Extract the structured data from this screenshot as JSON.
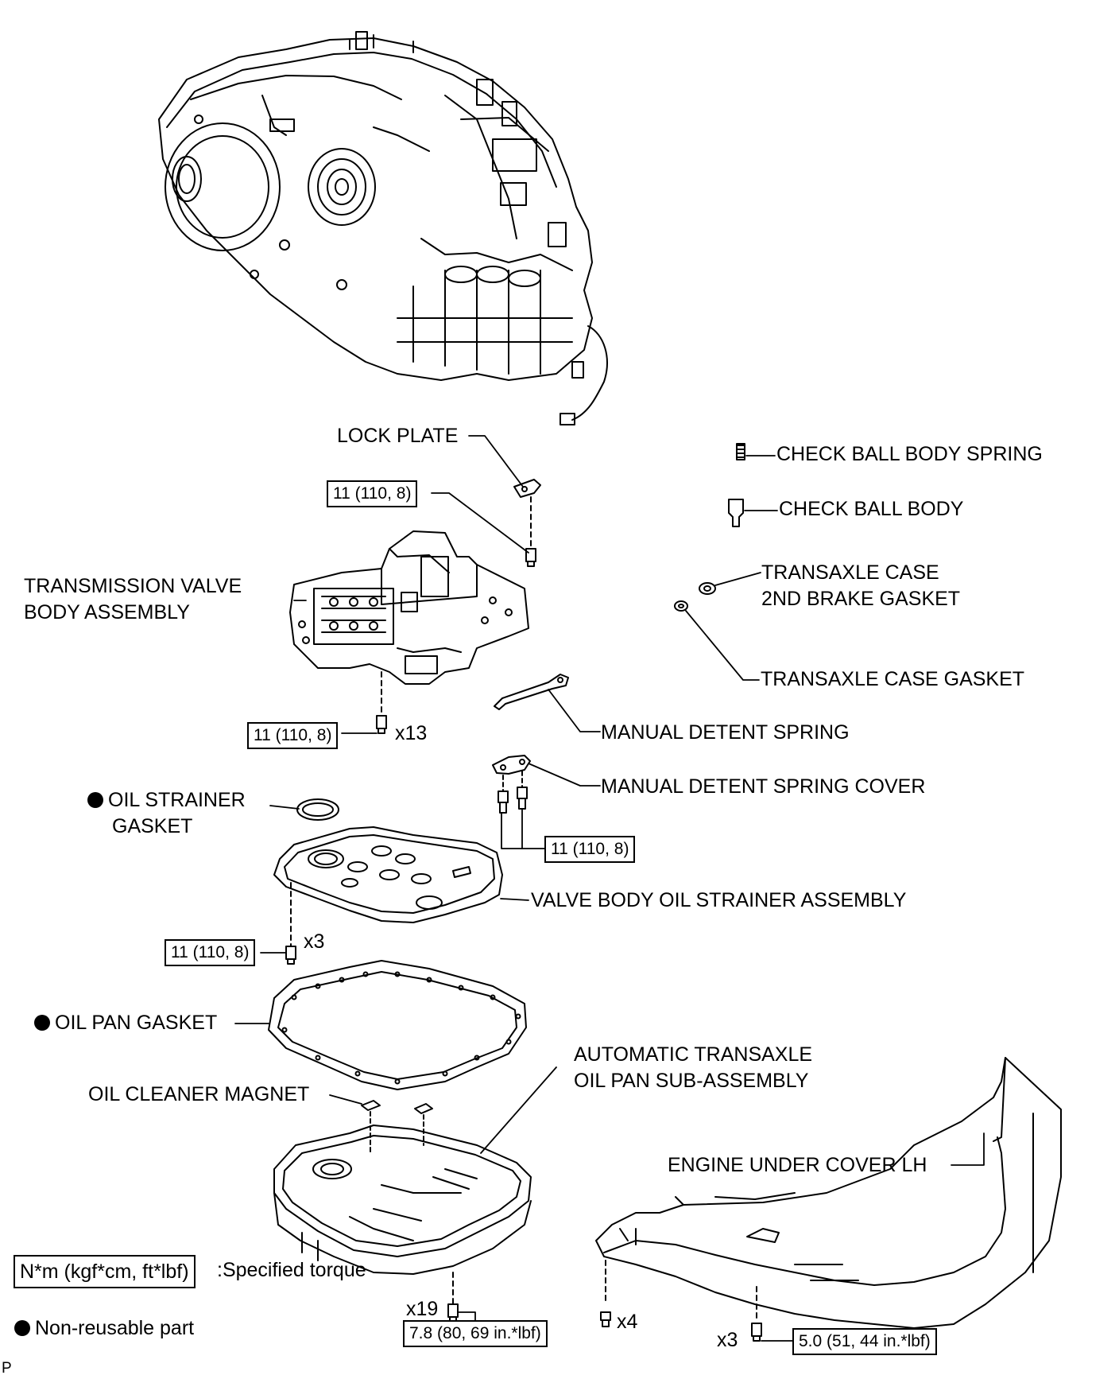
{
  "parts": {
    "lock_plate": "LOCK PLATE",
    "check_ball_body_spring": "CHECK BALL BODY SPRING",
    "check_ball_body": "CHECK BALL BODY",
    "transaxle_case_2nd_brake_gasket": [
      "TRANSAXLE CASE",
      "2ND BRAKE GASKET"
    ],
    "transmission_valve_body_assembly": [
      "TRANSMISSION VALVE",
      "BODY ASSEMBLY"
    ],
    "transaxle_case_gasket": "TRANSAXLE CASE GASKET",
    "manual_detent_spring": "MANUAL DETENT SPRING",
    "manual_detent_spring_cover": "MANUAL DETENT SPRING COVER",
    "oil_strainer_gasket": [
      "OIL STRAINER",
      "GASKET"
    ],
    "valve_body_oil_strainer_assembly": "VALVE BODY OIL STRAINER ASSEMBLY",
    "oil_pan_gasket": "OIL PAN GASKET",
    "automatic_transaxle_oil_pan": [
      "AUTOMATIC TRANSAXLE",
      "OIL PAN SUB-ASSEMBLY"
    ],
    "oil_cleaner_magnet": "OIL CLEANER MAGNET",
    "engine_under_cover_lh": "ENGINE UNDER COVER LH"
  },
  "torques": {
    "lock_plate_bolt": "11 (110, 8)",
    "valve_body_bolts": "11 (110, 8)",
    "detent_cover_bolts": "11 (110, 8)",
    "strainer_bolts": "11 (110, 8)",
    "oil_pan_bolts": "7.8 (80, 69 in.*lbf)",
    "under_cover_bolts": "5.0 (51, 44 in.*lbf)"
  },
  "quantities": {
    "valve_body_bolts": "x13",
    "strainer_bolts": "x3",
    "oil_pan_bolts": "x19",
    "under_cover_clips": "x4",
    "under_cover_bolts": "x3"
  },
  "legend": {
    "torque_unit": "N*m (kgf*cm, ft*lbf)",
    "torque_caption": ":Specified torque",
    "non_reusable": "Non-reusable part"
  },
  "corner_code": "P"
}
